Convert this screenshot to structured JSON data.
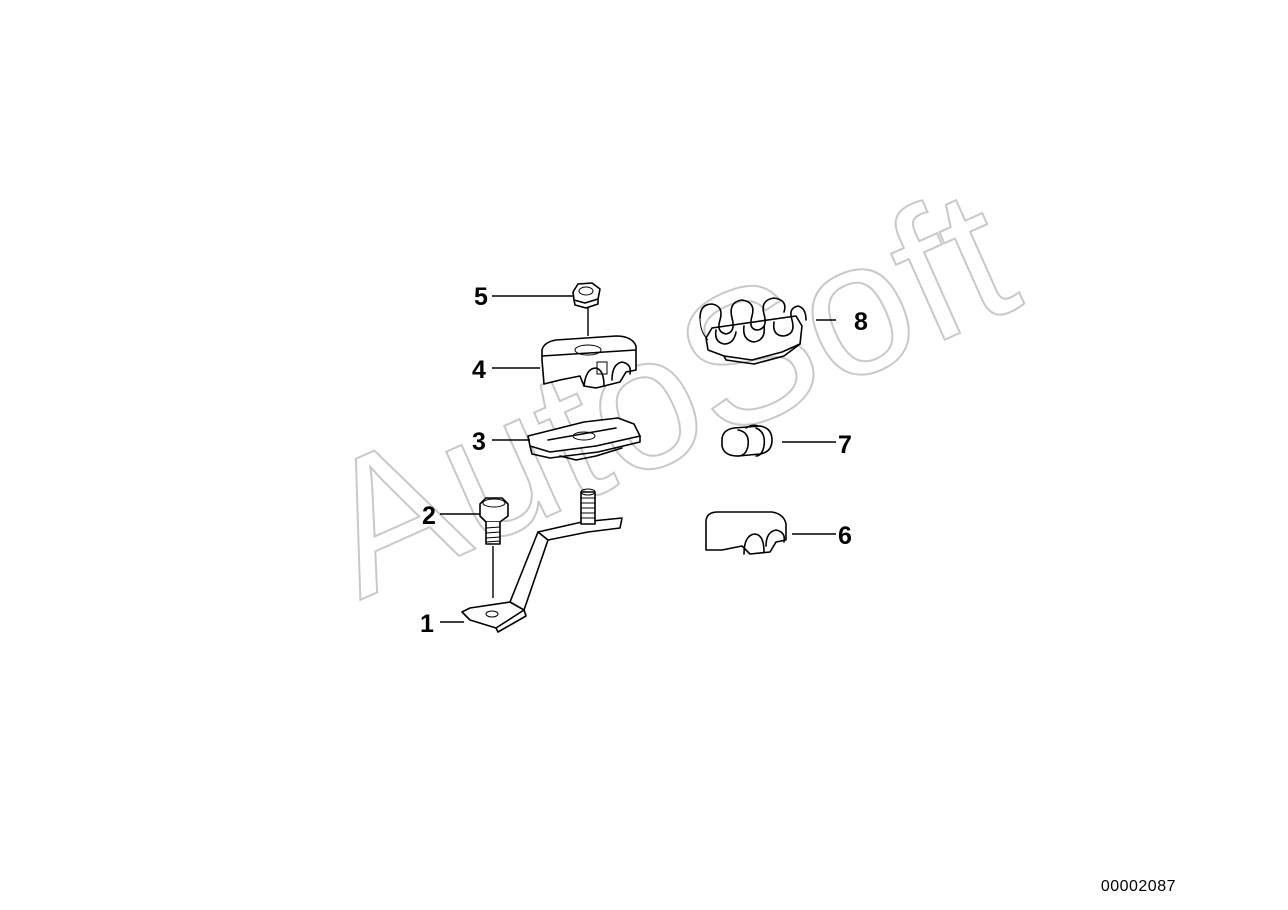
{
  "watermark": "AutoSoft",
  "document_id": "00002087",
  "callouts": [
    {
      "number": "1",
      "part": "bracket"
    },
    {
      "number": "2",
      "part": "hex-bolt"
    },
    {
      "number": "3",
      "part": "clamping-plate"
    },
    {
      "number": "4",
      "part": "double-pipe-holder"
    },
    {
      "number": "5",
      "part": "hex-nut"
    },
    {
      "number": "6",
      "part": "double-pipe-holder"
    },
    {
      "number": "7",
      "part": "pipe-clip"
    },
    {
      "number": "8",
      "part": "multiple-pipe-clip"
    }
  ],
  "colors": {
    "line": "#000000",
    "background": "#ffffff",
    "watermark_stroke": "#c8c8c8"
  }
}
